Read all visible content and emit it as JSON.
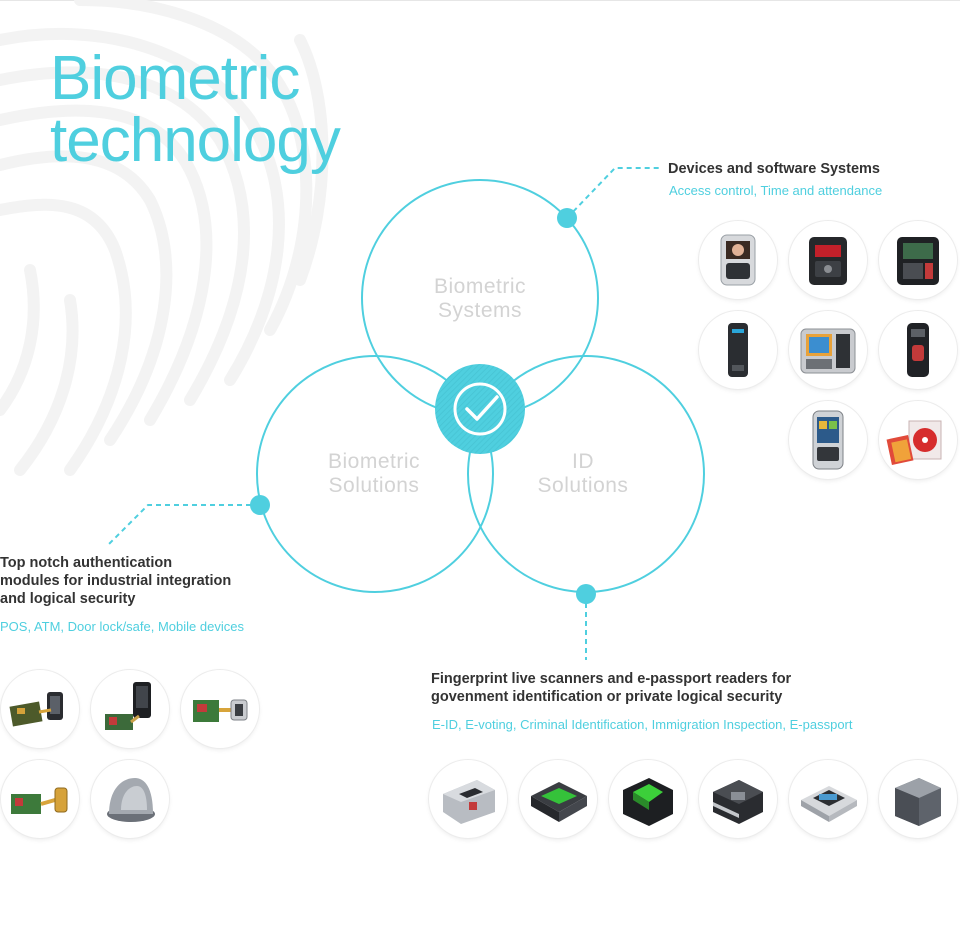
{
  "title": {
    "line1": "Biometric",
    "line2": "technology"
  },
  "venn": {
    "circles": [
      {
        "label_line1": "Biometric",
        "label_line2": "Systems"
      },
      {
        "label_line1": "Biometric",
        "label_line2": "Solutions"
      },
      {
        "label_line1": "ID",
        "label_line2": "Solutions"
      }
    ],
    "center_icon": "check-circle-icon"
  },
  "systems": {
    "heading": "Devices and software Systems",
    "subheading": "Access control, Time and attendance",
    "products": [
      "face-terminal-icon",
      "red-display-terminal-icon",
      "black-terminal-icon",
      "slim-card-reader-icon",
      "color-screen-terminal-icon",
      "fingerprint-reader-icon",
      "touchscreen-terminal-icon",
      "software-cd-icon"
    ]
  },
  "solutions": {
    "heading_line1": "Top notch authentication",
    "heading_line2": "modules for industrial integration",
    "heading_line3": "and logical security",
    "subheading": "POS, ATM, Door lock/safe, Mobile devices",
    "products": [
      "sensor-module-board-icon",
      "fingerprint-module-kit-icon",
      "sensor-cable-board-icon",
      "ribbon-module-icon",
      "usb-fingerprint-scanner-icon"
    ]
  },
  "id_solutions": {
    "heading_line1": "Fingerprint live scanners and e-passport readers for",
    "heading_line2": "govenment identification or private logical security",
    "subheading": "E-ID, E-voting, Criminal Identification, Immigration Inspection, E-passport",
    "products": [
      "live-scanner-silver-icon",
      "ten-print-scanner-icon",
      "green-prism-scanner-icon",
      "compact-scanner-icon",
      "dual-finger-scanner-icon",
      "passport-reader-icon"
    ]
  },
  "colors": {
    "accent": "#4fcfdf",
    "heading": "#333333",
    "circle_label": "#d3d3d3"
  }
}
